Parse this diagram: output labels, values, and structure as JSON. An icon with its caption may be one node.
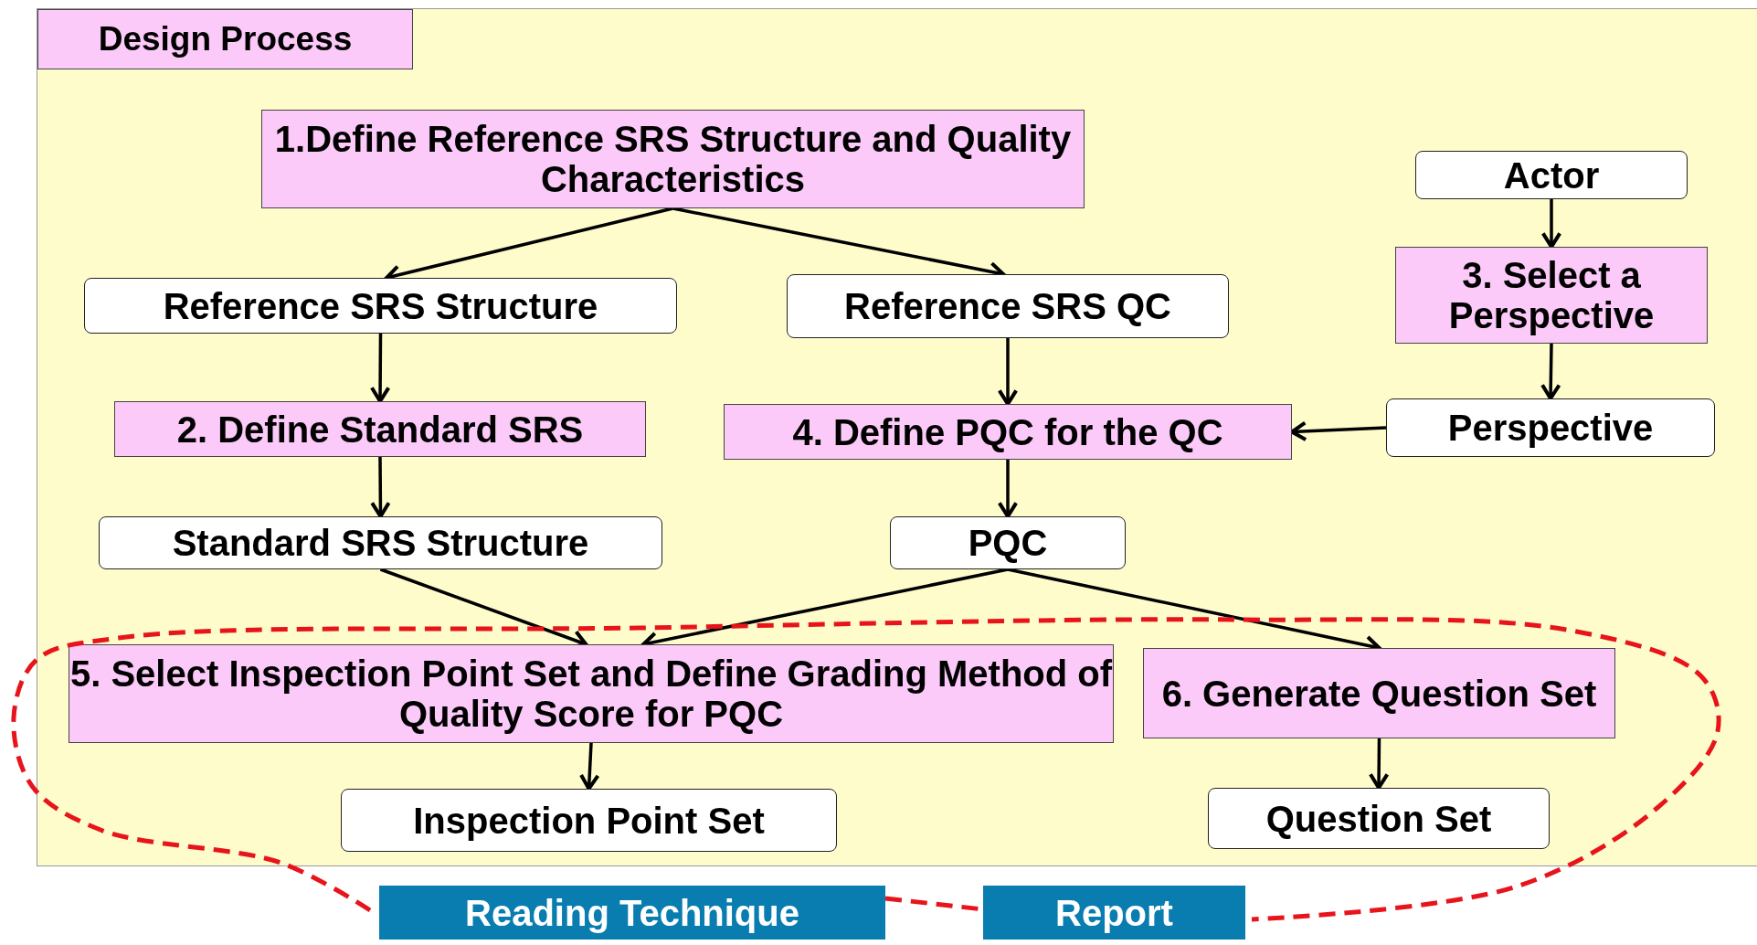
{
  "diagram": {
    "nodes": [
      {
        "text": [
          "Design Process"
        ]
      },
      {
        "text": [
          "1.Define Reference SRS Structure and Quality Characteristics"
        ],
        "in": 0
      },
      {
        "text": [
          "Reference SRS Structure"
        ],
        "in": 0
      },
      {
        "text": [
          "Reference SRS QC"
        ],
        "in": 0
      },
      {
        "text": [
          "Actor"
        ],
        "in": 0
      },
      {
        "text": [
          "3. Select a Perspective"
        ],
        "in": 0
      },
      {
        "text": [
          "2. Define Standard SRS"
        ],
        "in": 0
      },
      {
        "text": [
          "4. Define PQC for the QC"
        ],
        "in": 0
      },
      {
        "text": [
          "Perspective"
        ],
        "in": 0
      },
      {
        "text": [
          "Standard SRS Structure"
        ],
        "in": 0
      },
      {
        "text": [
          "PQC"
        ],
        "in": 0
      },
      {
        "text": [
          "5. Select Inspection Point Set and Define Grading Method of Quality Score for PQC"
        ],
        "in": 0
      },
      {
        "text": [
          "6. Generate Question Set"
        ],
        "in": 0
      },
      {
        "text": [
          "Inspection Point Set"
        ],
        "in": 0
      },
      {
        "text": [
          "Question Set"
        ],
        "in": 0
      },
      {
        "text": [
          "Reading Technique"
        ]
      },
      {
        "text": [
          "Report"
        ]
      }
    ],
    "edges": [
      {
        "from": 1,
        "to": 2,
        "arrow": "to"
      },
      {
        "from": 1,
        "to": 3,
        "arrow": "to"
      },
      {
        "from": 4,
        "to": 5,
        "arrow": "to"
      },
      {
        "from": 5,
        "to": 8,
        "arrow": "to"
      },
      {
        "from": 2,
        "to": 6,
        "arrow": "to"
      },
      {
        "from": 3,
        "to": 7,
        "arrow": "to"
      },
      {
        "from": 8,
        "to": 7,
        "arrow": "to"
      },
      {
        "from": 6,
        "to": 9,
        "arrow": "to"
      },
      {
        "from": 7,
        "to": 10,
        "arrow": "to"
      },
      {
        "from": 9,
        "to": 11,
        "arrow": "to"
      },
      {
        "from": 10,
        "to": 11,
        "arrow": "to"
      },
      {
        "from": 10,
        "to": 12,
        "arrow": "to"
      },
      {
        "from": 11,
        "to": 13,
        "arrow": "to"
      },
      {
        "from": 12,
        "to": 14,
        "arrow": "to"
      }
    ]
  }
}
